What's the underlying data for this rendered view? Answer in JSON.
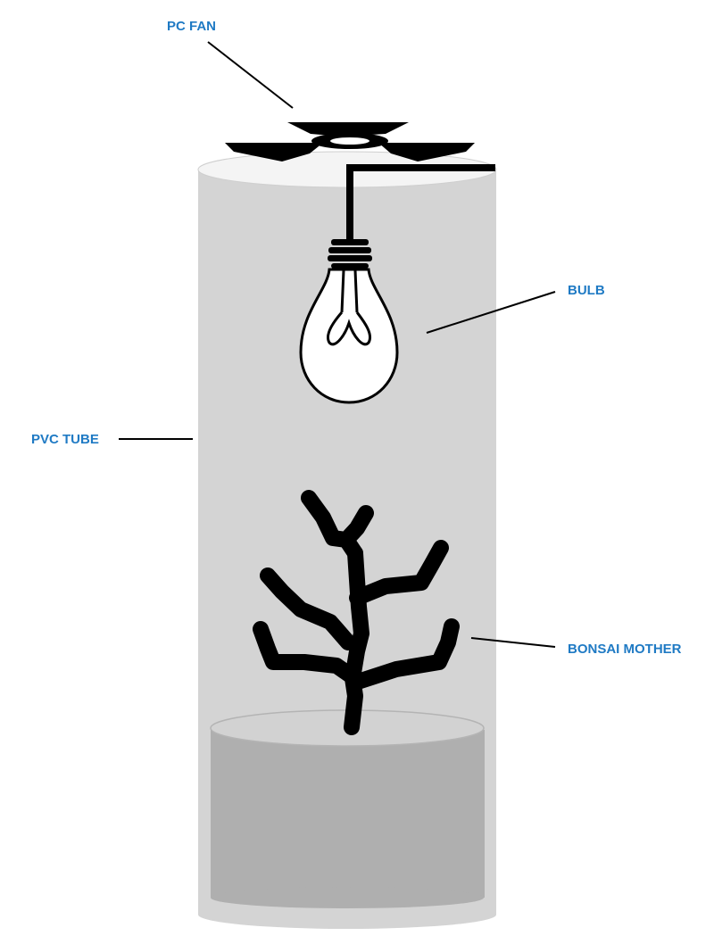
{
  "labels": {
    "fan": "PC FAN",
    "bulb": "BULB",
    "tube": "PVC TUBE",
    "bonsai": "BONSAI MOTHER"
  },
  "colors": {
    "label": "#1f7ac4",
    "tube": "#d4d4d4",
    "tube_top": "#f4f4f4",
    "pot": "#afafaf",
    "pot_top": "#d2d2d2",
    "ink": "#000000"
  },
  "icons": [
    "fan-icon",
    "lightbulb-icon",
    "bonsai-tree-icon"
  ]
}
